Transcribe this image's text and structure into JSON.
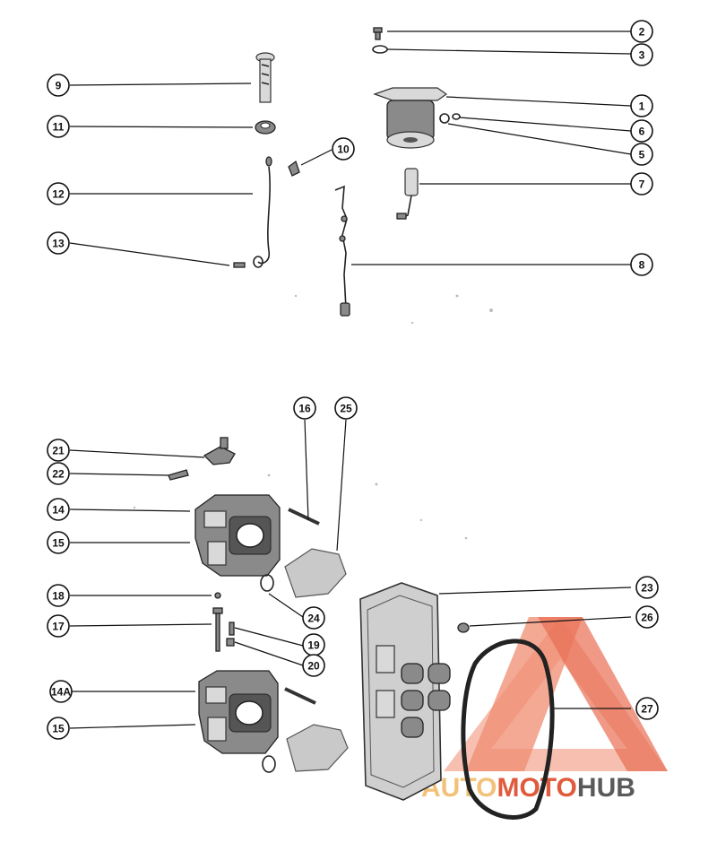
{
  "callouts": [
    {
      "label": "2"
    },
    {
      "label": "3"
    },
    {
      "label": "9"
    },
    {
      "label": "1"
    },
    {
      "label": "11"
    },
    {
      "label": "6"
    },
    {
      "label": "10"
    },
    {
      "label": "5"
    },
    {
      "label": "7"
    },
    {
      "label": "12"
    },
    {
      "label": "13"
    },
    {
      "label": "8"
    },
    {
      "label": "16"
    },
    {
      "label": "25"
    },
    {
      "label": "21"
    },
    {
      "label": "22"
    },
    {
      "label": "14"
    },
    {
      "label": "15"
    },
    {
      "label": "18"
    },
    {
      "label": "24"
    },
    {
      "label": "23"
    },
    {
      "label": "17"
    },
    {
      "label": "26"
    },
    {
      "label": "19"
    },
    {
      "label": "20"
    },
    {
      "label": "14A"
    },
    {
      "label": "27"
    },
    {
      "label": "15"
    }
  ],
  "watermark": {
    "part1": "AUTO",
    "part2": "MOTO",
    "part3": "HUB",
    "color_primary": "#f2a68e",
    "color_secondary": "#e05a3c",
    "color_dark": "#5a5a5a",
    "color_gold": "#f2c27a"
  }
}
